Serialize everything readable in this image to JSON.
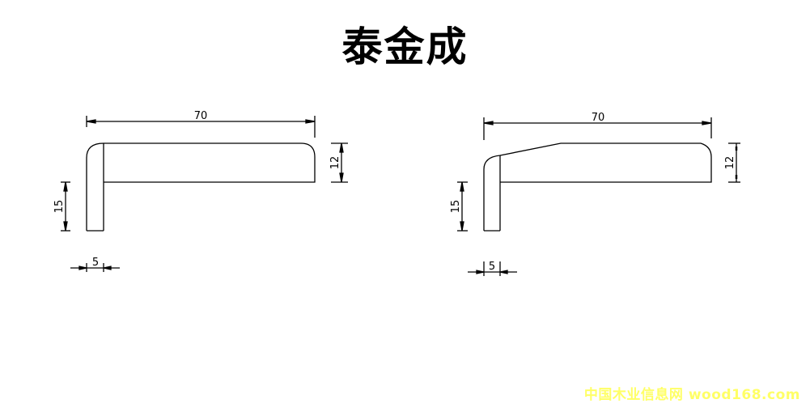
{
  "title": "泰金成",
  "watermark": "中国木业信息网 wood168.com",
  "drawings": [
    {
      "name": "profile-left",
      "dimensions": {
        "width": "70",
        "height_top": "12",
        "height_leg": "15",
        "thickness_leg": "5"
      }
    },
    {
      "name": "profile-right-beveled",
      "dimensions": {
        "width": "70",
        "height_top": "12",
        "height_leg": "15",
        "thickness_leg": "5"
      }
    }
  ],
  "colors": {
    "line": "#000000",
    "background": "#ffffff",
    "watermark": "#ffff66"
  }
}
